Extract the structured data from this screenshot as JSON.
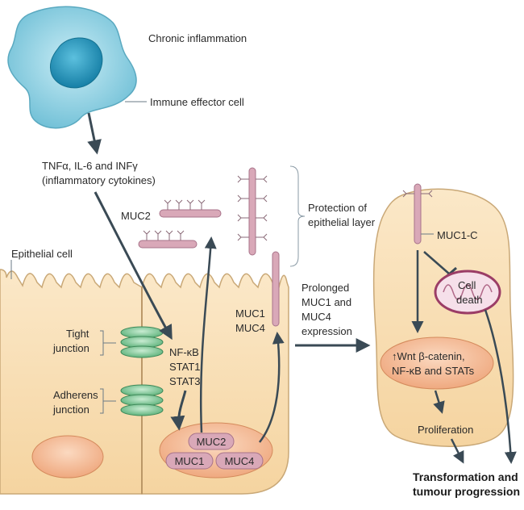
{
  "labels": {
    "chronic_inflammation": "Chronic inflammation",
    "immune_effector_cell": "Immune effector cell",
    "cytokines_line1": "TNFα, IL-6 and INFγ",
    "cytokines_line2": "(inflammatory cytokines)",
    "muc2_top": "MUC2",
    "protection_line1": "Protection of",
    "protection_line2": "epithelial layer",
    "epithelial_cell": "Epithelial cell",
    "tight_line1": "Tight",
    "tight_line2": "junction",
    "adherens_line1": "Adherens",
    "adherens_line2": "junction",
    "nfkb": "NF-κB",
    "stat1": "STAT1",
    "stat3": "STAT3",
    "muc1_muc4_line1": "MUC1",
    "muc1_muc4_line2": "MUC4",
    "nucleus_muc2": "MUC2",
    "nucleus_muc1": "MUC1",
    "nucleus_muc4": "MUC4",
    "prolonged_line1": "Prolonged",
    "prolonged_line2": "MUC1 and",
    "prolonged_line3": "MUC4",
    "prolonged_line4": "expression",
    "muc1c": "MUC1-C",
    "cell_death_line1": "Cell",
    "cell_death_line2": "death",
    "wnt_line1": "↑Wnt  β-catenin,",
    "wnt_line2": "NF-κB and STATs",
    "proliferation": "Proliferation",
    "transformation_line1": "Transformation and",
    "transformation_line2": "tumour progression"
  },
  "colors": {
    "immune_cell": "#7fc8dc",
    "immune_nucleus": "#1f8fb4",
    "epithelial_fill": "#f8dcb0",
    "epithelial_stroke": "#c9a877",
    "mucin": "#d9a8b8",
    "mucin_stroke": "#a8738a",
    "junction": "#84c79a",
    "nucleus": "#f2b993",
    "arrow": "#3a4a55"
  }
}
